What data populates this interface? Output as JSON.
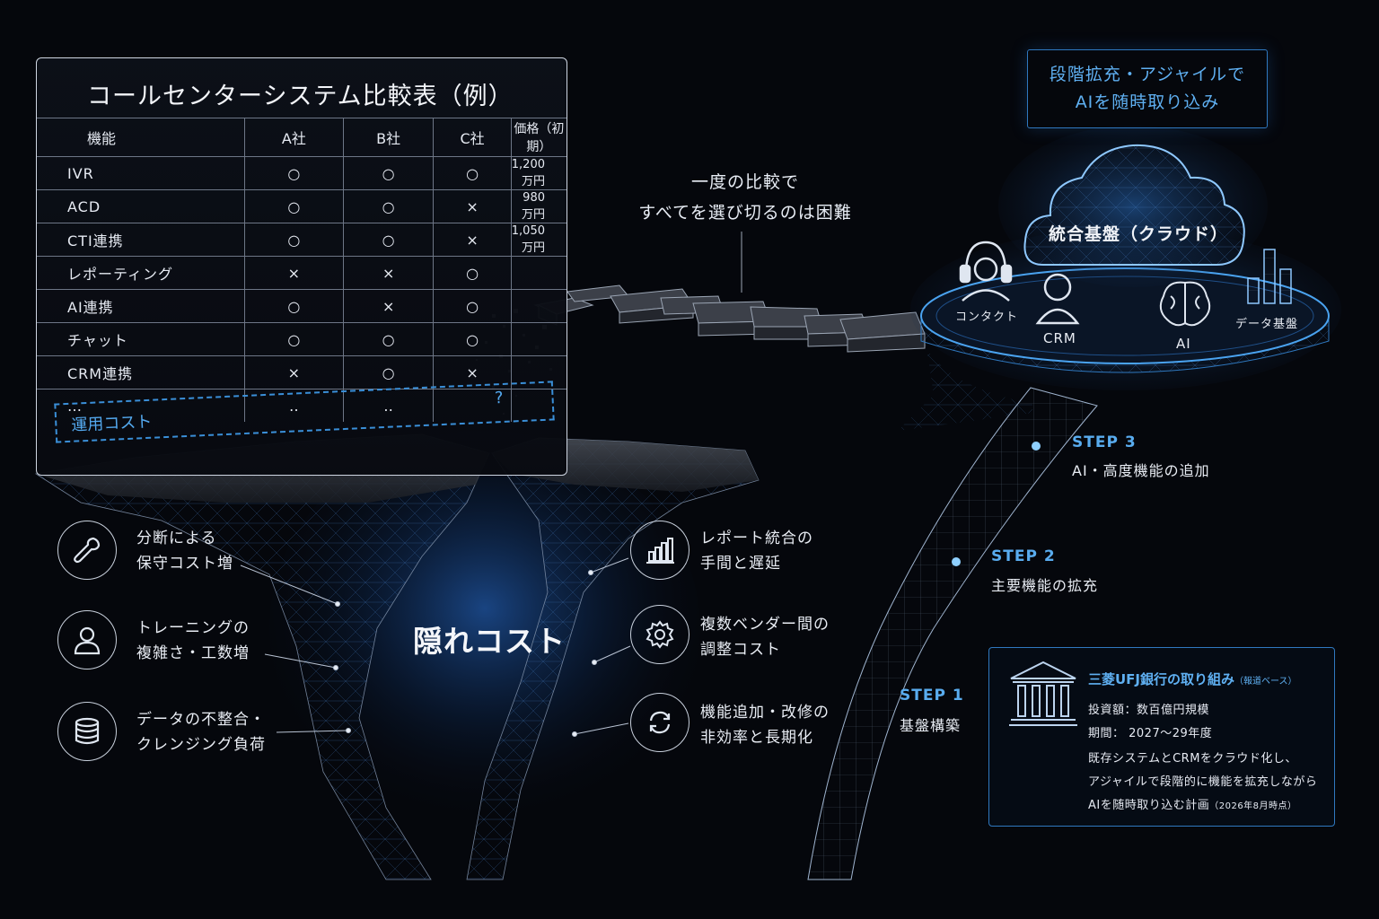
{
  "table": {
    "title": "コールセンターシステム比較表（例）",
    "headers": [
      "機能",
      "A社",
      "B社",
      "C社",
      "価格（初期）"
    ],
    "rows": [
      [
        "IVR",
        "○",
        "○",
        "○",
        "1,200万円"
      ],
      [
        "ACD",
        "○",
        "○",
        "×",
        "980万円"
      ],
      [
        "CTI連携",
        "○",
        "○",
        "×",
        "1,050万円"
      ],
      [
        "レポーティング",
        "×",
        "×",
        "○",
        ""
      ],
      [
        "AI連携",
        "○",
        "×",
        "○",
        ""
      ],
      [
        "チャット",
        "○",
        "○",
        "○",
        ""
      ],
      [
        "CRM連携",
        "×",
        "○",
        "×",
        ""
      ],
      [
        "…",
        "‥",
        "‥",
        "",
        ""
      ]
    ],
    "ops_cost_label": "運用コスト",
    "ops_cost_unknown": "?"
  },
  "compare_note": {
    "line1": "一度の比較で",
    "line2": "すべてを選び切るのは困難"
  },
  "hidden_cost": {
    "title": "隠れコスト",
    "left_items": [
      {
        "icon": "wrench-icon",
        "line1": "分断による",
        "line2": "保守コスト増"
      },
      {
        "icon": "person-icon",
        "line1": "トレーニングの",
        "line2": "複雑さ・工数増"
      },
      {
        "icon": "database-icon",
        "line1": "データの不整合・",
        "line2": "クレンジング負荷"
      }
    ],
    "right_items": [
      {
        "icon": "bar-chart-icon",
        "line1": "レポート統合の",
        "line2": "手間と遅延"
      },
      {
        "icon": "gear-icon",
        "line1": "複数ベンダー間の",
        "line2": "調整コスト"
      },
      {
        "icon": "refresh-icon",
        "line1": "機能追加・改修の",
        "line2": "非効率と長期化"
      }
    ]
  },
  "agile": {
    "line1": "段階拡充・アジャイルで",
    "line2": "AIを随時取り込み"
  },
  "platform": {
    "cloud_label": "統合基盤（クラウド）",
    "components": [
      "コンタクト",
      "CRM",
      "AI",
      "データ基盤"
    ]
  },
  "steps": [
    {
      "title": "STEP 1",
      "desc": "基盤構築"
    },
    {
      "title": "STEP 2",
      "desc": "主要機能の拡充"
    },
    {
      "title": "STEP 3",
      "desc": "AI・高度機能の追加"
    }
  ],
  "case_study": {
    "title": "三菱UFJ銀行の取り組み",
    "title_note": "（報道ベース）",
    "investment": "投資額：数百億円規模",
    "period": "期間： 2027〜29年度",
    "desc1": "既存システムとCRMをクラウド化し、",
    "desc2": "アジャイルで段階的に機能を拡充しながら",
    "desc3": "AIを随時取り込む計画",
    "desc3_note": "（2026年8月時点）"
  },
  "colors": {
    "background": "#05070c",
    "accent": "#59acef",
    "border": "#2f78bf",
    "text": "#e8edf5"
  }
}
